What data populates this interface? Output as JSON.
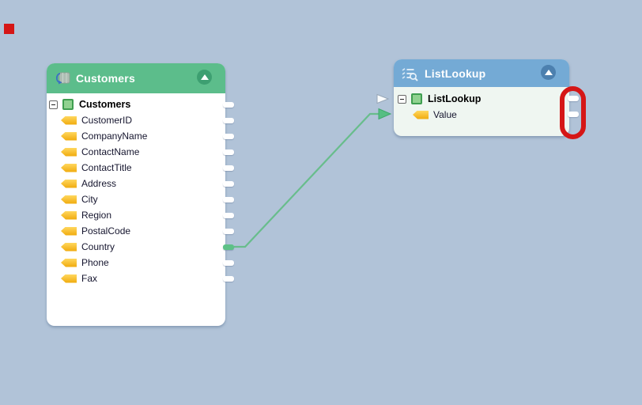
{
  "canvas": {
    "background_color": "#B1C3D8"
  },
  "customers_panel": {
    "title": "Customers",
    "header_color": "#5CBD8B",
    "collapse_button_color": "#3D9F71",
    "root_label": "Customers",
    "fields": [
      "CustomerID",
      "CompanyName",
      "ContactName",
      "ContactTitle",
      "Address",
      "City",
      "Region",
      "PostalCode",
      "Country",
      "Phone",
      "Fax"
    ],
    "connected_field": "Country"
  },
  "listlookup_panel": {
    "title": "ListLookup",
    "header_color": "#74AAD5",
    "collapse_button_color": "#4C80AF",
    "root_label": "ListLookup",
    "fields": [
      "Value"
    ]
  },
  "connection": {
    "from_field": "Country",
    "to_field": "Value",
    "line_color": "#68BD8C",
    "arrow_fill": "#56BE83"
  },
  "annotations": {
    "red_color": "#D51616"
  }
}
